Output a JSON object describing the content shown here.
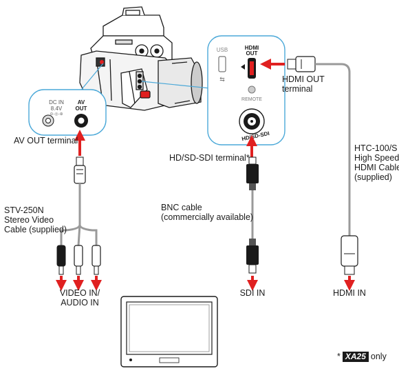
{
  "camera": {
    "panel_left": {
      "dcin_line1": "DC IN",
      "dcin_line2": "8.4V",
      "av_line1": "AV",
      "av_line2": "OUT"
    },
    "panel_right": {
      "usb": "USB",
      "hdmi_line1": "HDMI",
      "hdmi_line2": "OUT",
      "remote": "REMOTE",
      "sdi": "HD/SD-SDI"
    }
  },
  "labels": {
    "av_out_terminal": "AV OUT terminal",
    "hd_sdi_terminal": "HD/SD-SDI terminal*",
    "hdmi_out_terminal_1": "HDMI OUT",
    "hdmi_out_terminal_2": "terminal",
    "stv_1": "STV-250N",
    "stv_2": "Stereo Video",
    "stv_3": "Cable (supplied)",
    "bnc_1": "BNC cable",
    "bnc_2": "(commercially available)",
    "htc_1": "HTC-100/S",
    "htc_2": "High Speed",
    "htc_3": "HDMI Cable",
    "htc_4": "(supplied)",
    "video_in_1": "VIDEO IN/",
    "video_in_2": "AUDIO IN",
    "sdi_in": "SDI IN",
    "hdmi_in": "HDMI IN"
  },
  "footnote": {
    "star": "*",
    "model": "XA25",
    "suffix": "only"
  },
  "colors": {
    "arrow": "#e02020",
    "panel_border": "#4aa8d8",
    "cable": "#9a9a9a",
    "outline": "#1a1a1a"
  }
}
